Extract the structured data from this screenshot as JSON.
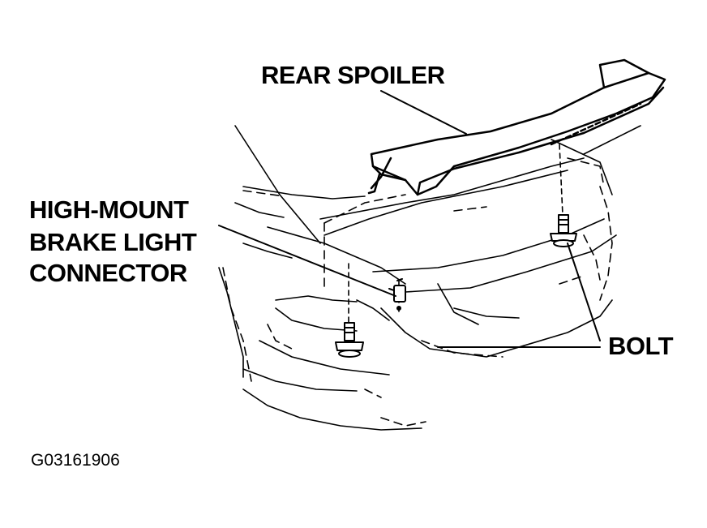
{
  "labels": {
    "rear_spoiler": "REAR SPOILER",
    "connector_line1": "HIGH-MOUNT",
    "connector_line2": "BRAKE LIGHT",
    "connector_line3": "CONNECTOR",
    "bolt": "BOLT",
    "figure_id": "G03161906"
  },
  "colors": {
    "ink": "#000000",
    "paper": "#ffffff"
  }
}
